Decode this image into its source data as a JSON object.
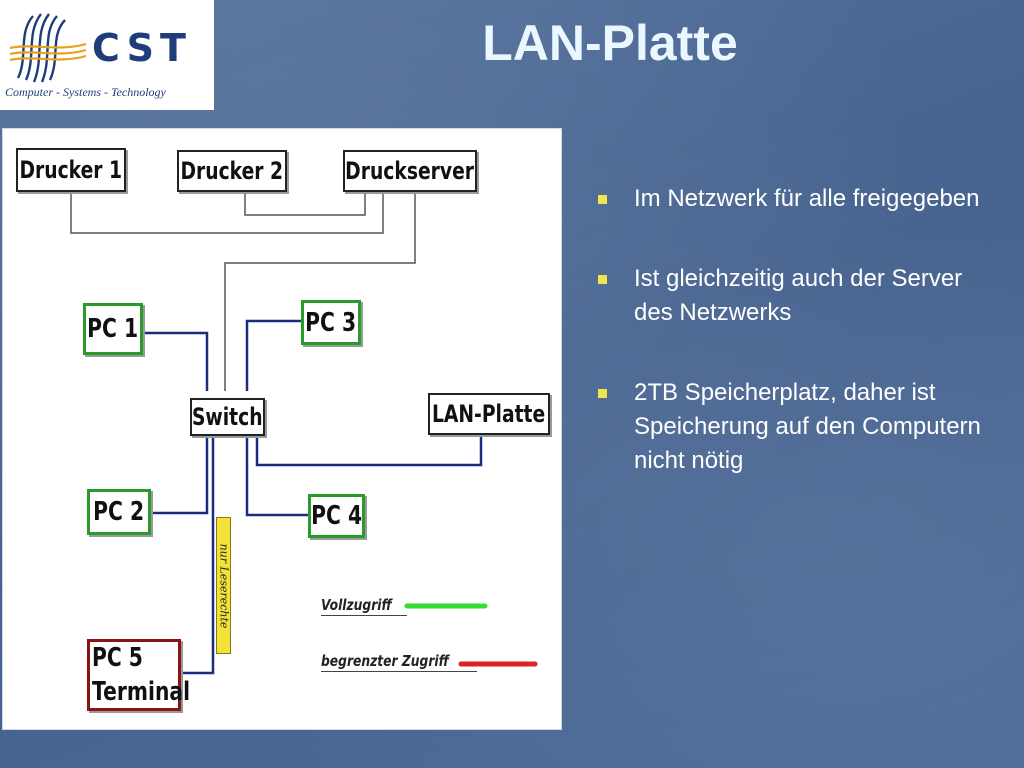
{
  "slide": {
    "title": "LAN-Platte"
  },
  "logo": {
    "name": "CST",
    "tagline": "Computer - Systems - Technology"
  },
  "diagram": {
    "devices": {
      "drucker1": "Drucker 1",
      "drucker2": "Drucker 2",
      "druckserver": "Druckserver",
      "pc1": "PC 1",
      "pc2": "PC 2",
      "pc3": "PC 3",
      "pc4": "PC 4",
      "switch": "Switch",
      "lan_platte": "LAN-Platte",
      "pc5_line1": "PC 5",
      "pc5_line2": "Terminal"
    },
    "readonly_label": "nur Leserechte",
    "legend": {
      "full": "Vollzugriff",
      "limited": "begrenzter Zugriff"
    },
    "colors": {
      "network_line": "#1a2d80",
      "print_line": "#555555",
      "full_access": "#33dd33",
      "limited_access": "#dd2222",
      "pc_border": "#2a9a2a",
      "terminal_border": "#8a1414",
      "readonly_fill": "#f3e23a"
    }
  },
  "bullets": [
    "Im Netzwerk für alle freigegeben",
    "Ist gleichzeitig auch der Server des Netzwerks",
    "2TB Speicherplatz, daher ist Speicherung auf den Computern nicht nötig"
  ],
  "theme": {
    "title_color": "#eaf7ff",
    "bullet_marker": "#f0e64a",
    "logo_blue": "#1f3d7a"
  }
}
